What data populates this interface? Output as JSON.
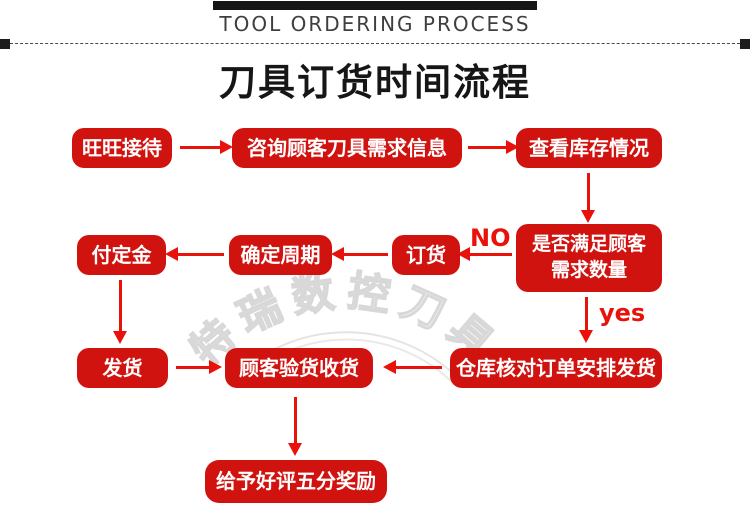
{
  "header": {
    "title_en": "TOOL ORDERING PROCESS",
    "title_zh": "刀具订货时间流程"
  },
  "flow": {
    "nodes": {
      "reception": "旺旺接待",
      "consult": "咨询顾客刀具需求信息",
      "check_stock": "查看库存情况",
      "decision_line1": "是否满足顾客",
      "decision_line2": "需求数量",
      "order": "订货",
      "cycle": "确定周期",
      "deposit": "付定金",
      "ship": "发货",
      "inspect": "顾客验货收货",
      "warehouse": "仓库核对订单安排发货",
      "review": "给予好评五分奖励"
    },
    "labels": {
      "no": "NO",
      "yes": "yes"
    }
  },
  "watermark": {
    "text": "特瑞数控刀具"
  },
  "colors": {
    "box_red": "#d11310",
    "arrow_red": "#e8120b",
    "heading_dark": "#3f3f3f",
    "title_black": "#161616",
    "watermark_gray": "#dcdcdc"
  }
}
